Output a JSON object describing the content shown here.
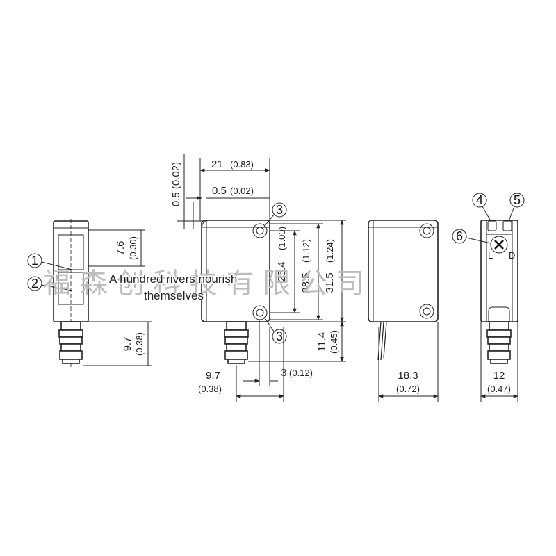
{
  "callouts": [
    "1",
    "2",
    "3",
    "3",
    "4",
    "5",
    "6"
  ],
  "dimensions": {
    "d_7_6": "7.6",
    "d_7_6_in": "(0.30)",
    "d_9_7_left": "9.7",
    "d_9_7_left_in": "(0.38)",
    "d_0_5_v": "0.5 (0.02)",
    "d_21": "21",
    "d_21_in": "(0.83)",
    "d_0_5_h": "0.5",
    "d_0_5_h_in": "(0.02)",
    "d_25_4": "25.4",
    "d_25_4_in": "(1.00)",
    "d_28_5": "28.5",
    "d_28_5_in": "(1.12)",
    "d_31_5": "31.5",
    "d_31_5_in": "(1.24)",
    "d_11_4": "11.4",
    "d_11_4_in": "(0.45)",
    "d_9_7_bottom": "9.7",
    "d_9_7_bottom_in": "(0.38)",
    "d_3": "3",
    "d_3_in": "(0.12)",
    "d_18_3": "18.3",
    "d_18_3_in": "(0.72)",
    "d_12": "12",
    "d_12_in": "(0.47)"
  },
  "rear_labels": {
    "left": "L",
    "right": "D"
  },
  "watermark": {
    "chinese": "福                       森 创 科 技 有 限 公 司",
    "english_line1": "A hundred rivers nourish",
    "english_line2": "themselves"
  }
}
